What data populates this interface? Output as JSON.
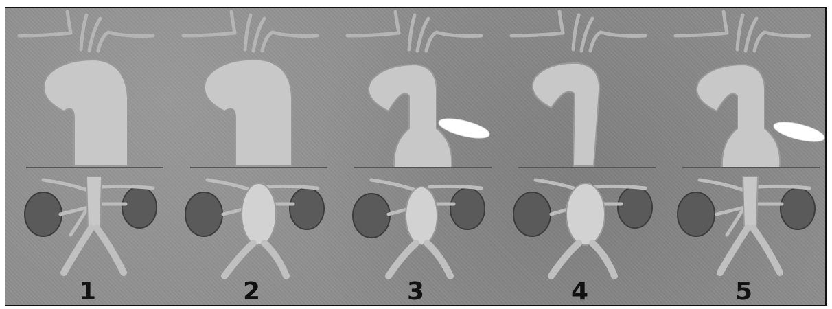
{
  "panels": [
    {
      "number": "1",
      "has_stent": false,
      "thoracic_dilation": "wide",
      "abdominal_dilation": "normal"
    },
    {
      "number": "2",
      "has_stent": false,
      "thoracic_dilation": "wide",
      "abdominal_dilation": "aneurysm"
    },
    {
      "number": "3",
      "has_stent": true,
      "thoracic_dilation": "descending-aneurysm",
      "abdominal_dilation": "aneurysm"
    },
    {
      "number": "4",
      "has_stent": false,
      "thoracic_dilation": "narrow",
      "abdominal_dilation": "aneurysm"
    },
    {
      "number": "5",
      "has_stent": true,
      "thoracic_dilation": "descending-aneurysm",
      "abdominal_dilation": "normal"
    }
  ],
  "colors": {
    "background": "#8d8d8d",
    "vessel": "#c9c9c9",
    "kidney": "#5a5a5a",
    "stent": "#ffffff"
  }
}
